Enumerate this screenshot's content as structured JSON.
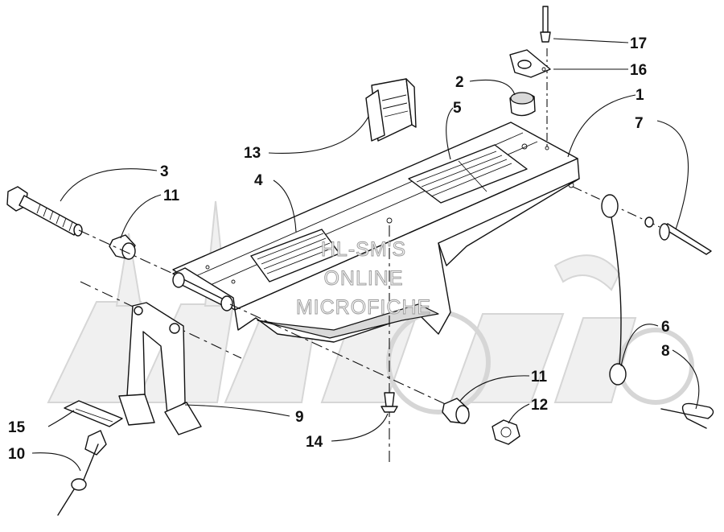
{
  "watermark": {
    "lines": [
      "HL-SM'S",
      "ONLINE",
      "MICROFICHE"
    ]
  },
  "callouts": [
    {
      "id": "c1",
      "label": "1"
    },
    {
      "id": "c2",
      "label": "2"
    },
    {
      "id": "c3",
      "label": "3"
    },
    {
      "id": "c4",
      "label": "4"
    },
    {
      "id": "c5",
      "label": "5"
    },
    {
      "id": "c6",
      "label": "6"
    },
    {
      "id": "c7",
      "label": "7"
    },
    {
      "id": "c8",
      "label": "8"
    },
    {
      "id": "c9",
      "label": "9"
    },
    {
      "id": "c10",
      "label": "10"
    },
    {
      "id": "c11a",
      "label": "11"
    },
    {
      "id": "c11b",
      "label": "11"
    },
    {
      "id": "c12",
      "label": "12"
    },
    {
      "id": "c13",
      "label": "13"
    },
    {
      "id": "c14",
      "label": "14"
    },
    {
      "id": "c15",
      "label": "15"
    },
    {
      "id": "c16",
      "label": "16"
    },
    {
      "id": "c17",
      "label": "17"
    }
  ]
}
